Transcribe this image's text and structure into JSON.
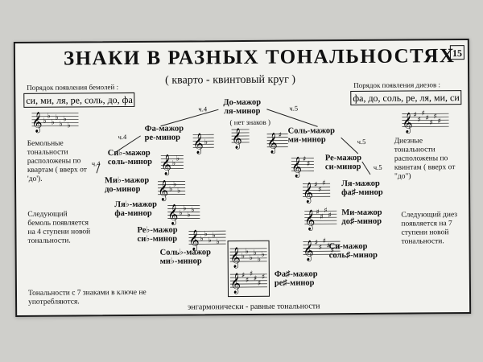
{
  "title": "ЗНАКИ В РАЗНЫХ ТОНАЛЬНОСТЯХ",
  "page_number": "15",
  "subtitle": "( кварто - квинтовый круг )",
  "flats": {
    "order_label": "Порядок появления бемолей :",
    "order": "си, ми, ля, ре, соль, до, фа",
    "description": "Бемольные тональности расположены по квартам ( вверх от 'до').",
    "next_note": "Следующий бемоль появляется на 4 ступени новой тональности."
  },
  "sharps": {
    "order_label": "Порядок появления диезов :",
    "order": "фа, до, соль, ре, ля, ми, си",
    "description": "Диезные тональности расположены по квинтам ( вверх от \"до\")",
    "next_note": "Следующий диез появляется на 7 ступени новой тональности."
  },
  "center": {
    "major": "До-мажор",
    "minor": "ля-минор",
    "no_signs": "( нет знаков )"
  },
  "interval_fourth": "ч.4",
  "interval_fifth": "ч.5",
  "flat_keys": [
    {
      "major": "Фа-мажор",
      "minor": "ре-минор"
    },
    {
      "major": "Си♭-мажор",
      "minor": "соль-минор"
    },
    {
      "major": "Ми♭-мажор",
      "minor": "до-минор"
    },
    {
      "major": "Ля♭-мажор",
      "minor": "фа-минор"
    },
    {
      "major": "Ре♭-мажор",
      "minor": "си♭-минор"
    },
    {
      "major": "Соль♭-мажор",
      "minor": "ми♭-минор"
    }
  ],
  "sharp_keys": [
    {
      "major": "Соль-мажор",
      "minor": "ми-минор"
    },
    {
      "major": "Ре-мажор",
      "minor": "си-минор"
    },
    {
      "major": "Ля-мажор",
      "minor": "фа♯-минор"
    },
    {
      "major": "Ми-мажор",
      "minor": "до♯-минор"
    },
    {
      "major": "Си-мажор",
      "minor": "соль♯-минор"
    },
    {
      "major": "Фа♯-мажор",
      "minor": "ре♯-минор"
    }
  ],
  "footer_left": "Тональности с 7 знаками в ключе не употребляются.",
  "footer_center": "энгармонически - равные тональности",
  "glyphs": {
    "treble_clef": "𝄞",
    "flat": "♭",
    "sharp": "♯"
  }
}
